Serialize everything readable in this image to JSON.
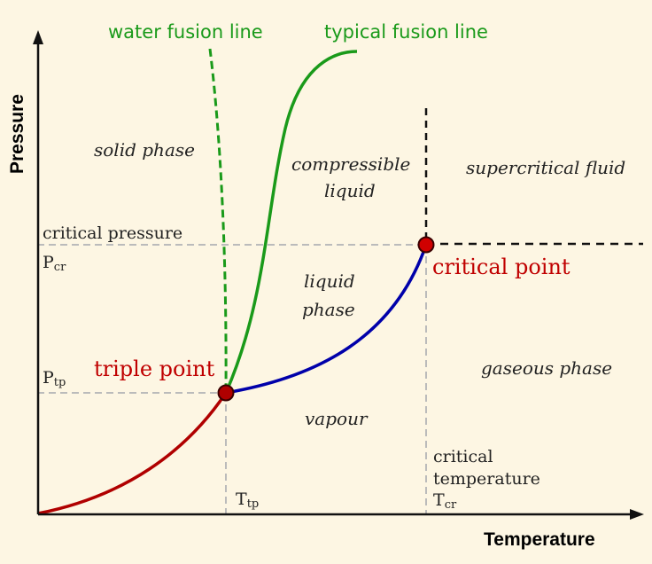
{
  "axes": {
    "x_title": "Temperature",
    "y_title": "Pressure"
  },
  "curves": {
    "water_fusion_label": "water fusion line",
    "typical_fusion_label": "typical fusion line"
  },
  "regions": {
    "solid": "solid phase",
    "compressible_line1": "compressible",
    "compressible_line2": "liquid",
    "supercritical": "supercritical fluid",
    "liquid_line1": "liquid",
    "liquid_line2": "phase",
    "gaseous": "gaseous phase",
    "vapour": "vapour"
  },
  "points": {
    "triple": "triple point",
    "critical": "critical point"
  },
  "reference_labels": {
    "critical_pressure": "critical pressure",
    "critical_temperature_line1": "critical",
    "critical_temperature_line2": "temperature",
    "P_main": "P",
    "P_cr_sub": "cr",
    "P_tp_sub": "tp",
    "T_main": "T",
    "T_tp_sub": "tp",
    "T_cr_sub": "cr"
  },
  "colors": {
    "background": "#fdf6e3",
    "sublimation_curve": "#b00000",
    "vaporization_curve": "#0000aa",
    "fusion_curves": "#1a9a1a",
    "point_fill": "#b00000",
    "guide_lines": "#bbbbbb"
  }
}
